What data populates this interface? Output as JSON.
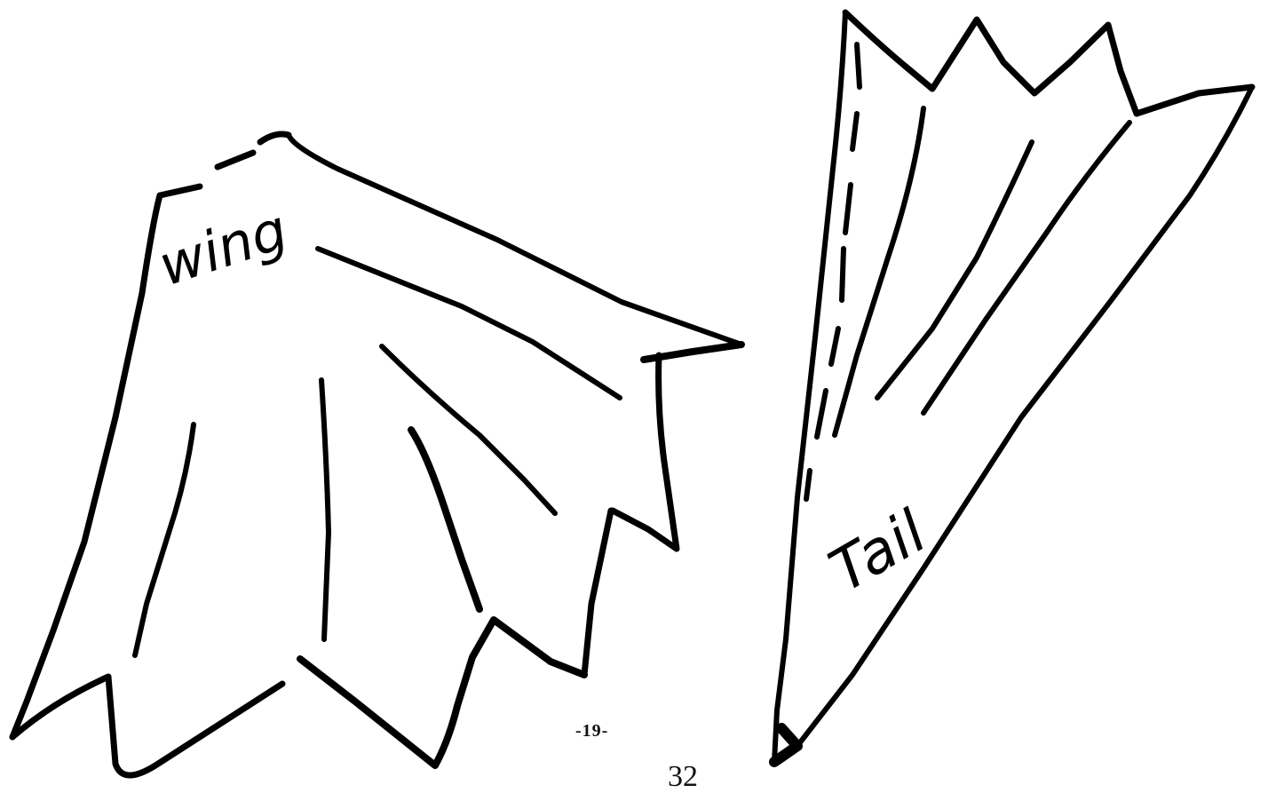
{
  "labels": {
    "wing": "wing",
    "tail": "Tail"
  },
  "page_number": "-19-",
  "stamp_number": "32",
  "colors": {
    "ink": "#000000",
    "paper": "#ffffff"
  }
}
